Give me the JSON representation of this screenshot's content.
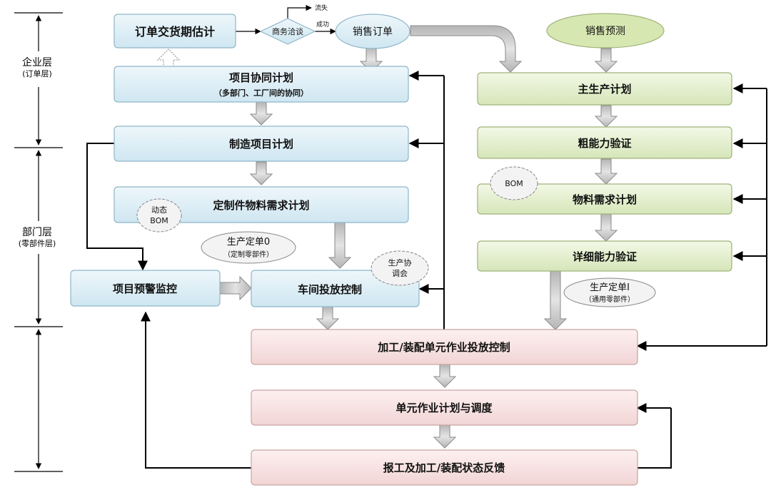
{
  "colors": {
    "blue_top": "#eef7fb",
    "blue_bottom": "#cfe6f1",
    "blue_border": "#8fb6c9",
    "green_top": "#f3f8e6",
    "green_bottom": "#d6e6b9",
    "green_border": "#9fb27a",
    "pink_top": "#fdf0f0",
    "pink_bottom": "#f2d5d5",
    "pink_border": "#c9a3a3",
    "ellipse_green": "#d7e7b1",
    "gray_arrow": "#c8c8c8",
    "line": "#000000"
  },
  "layers": {
    "enterprise": "企业层",
    "enterprise_sub": "(订单层)",
    "department": "部门层",
    "department_sub": "(零部件层)"
  },
  "nodes": {
    "order_delivery": "订单交货期估计",
    "negotiation": "商务洽谈",
    "lost": "流失",
    "success": "成功",
    "sales_order": "销售订单",
    "sales_forecast": "销售预测",
    "project_plan": "项目协同计划",
    "project_plan_sub": "（多部门、工厂间的协同）",
    "master_plan": "主生产计划",
    "mfg_project_plan": "制造项目计划",
    "rough_capacity": "粗能力验证",
    "custom_mrp": "定制件物料需求计划",
    "dynamic_bom_1": "动态",
    "dynamic_bom_2": "BOM",
    "mrp": "物料需求计划",
    "bom": "BOM",
    "order0_title": "生产定单0",
    "order0_sub": "（定制零部件）",
    "detail_capacity": "详细能力验证",
    "coord_1": "生产协",
    "coord_2": "调会",
    "warning": "项目预警监控",
    "release": "车间投放控制",
    "order1_title": "生产定单I",
    "order1_sub": "（通用零部件）",
    "cell_release": "加工/装配单元作业投放控制",
    "cell_schedule": "单元作业计划与调度",
    "feedback": "报工及加工/装配状态反馈"
  }
}
